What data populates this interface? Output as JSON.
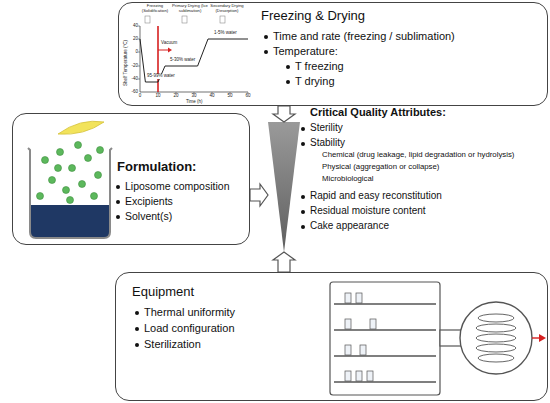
{
  "diagram": {
    "nodes": [
      {
        "text": [
          "Freezing & Drying",
          "Time and rate (freezing / sublimation)",
          "Temperature:",
          "T freezing",
          "T drying"
        ]
      },
      {
        "text": [
          "Formulation:",
          "Liposome composition",
          "Excipients",
          "Solvent(s)"
        ]
      },
      {
        "text": [
          "Critical Quality Attributes:",
          "Sterility",
          "Stability",
          "Chemical (drug leakage, lipid degradation or hydrolysis)",
          "Physical (aggregation or collapse)",
          "Microbiological",
          "Rapid and easy reconstitution",
          "Residual moisture content",
          "Cake appearance"
        ]
      },
      {
        "text": [
          "Equipment",
          "Thermal uniformity",
          "Load configuration",
          "Sterilization"
        ]
      }
    ],
    "edges": [
      {
        "from": 0,
        "to": 2,
        "arrow": "to"
      },
      {
        "from": 1,
        "to": 2,
        "arrow": "to"
      },
      {
        "from": 3,
        "to": 2,
        "arrow": "to"
      }
    ],
    "labels": [
      "Freezing (Solidification)",
      "Primary Drying (Ice sublimation)",
      "Secondary Drying (Desorption)",
      "Vacuum",
      "95-99% water",
      "5-30% water",
      "1-5% water",
      "Shelf Temperature (°C)",
      "Time (h)",
      "40",
      "20",
      "0",
      "-20",
      "-40",
      "-60",
      "0",
      "10",
      "20",
      "30",
      "40",
      "50",
      "60"
    ]
  }
}
